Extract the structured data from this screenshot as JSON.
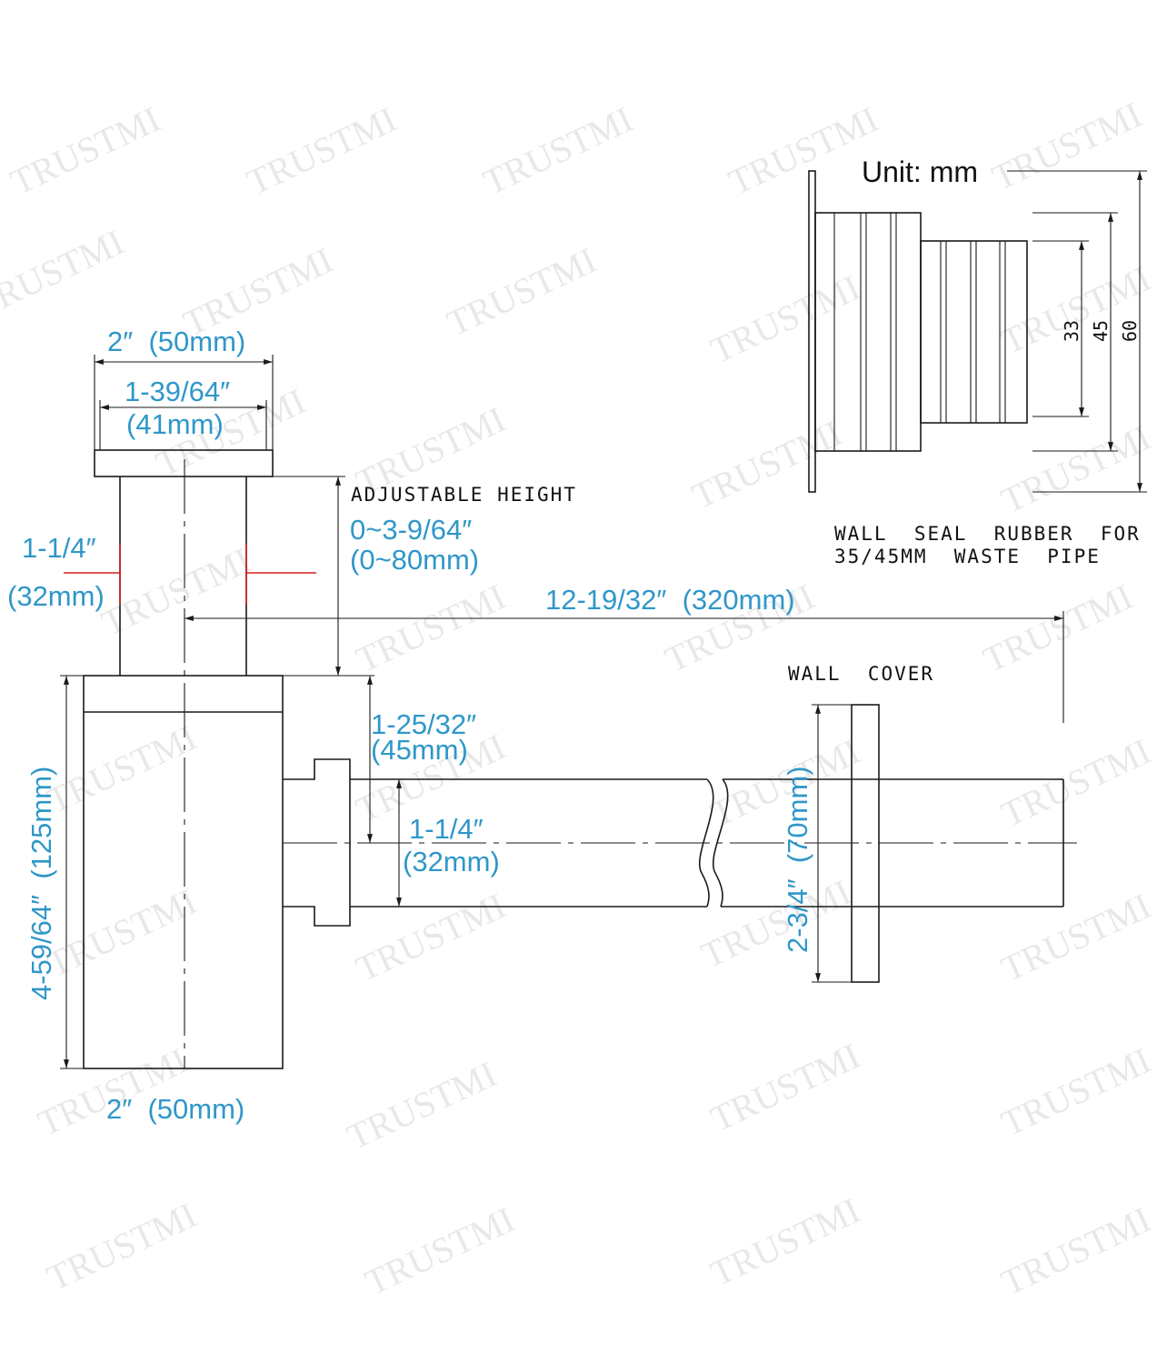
{
  "unit_label": "Unit: mm",
  "watermark": "TRUSTMI",
  "labels": {
    "top_outer_width": "2″  (50mm)",
    "top_inner_width_in": "1-39/64″",
    "top_inner_width_mm": "(41mm)",
    "adjustable_height_title": "ADJUSTABLE HEIGHT",
    "adjustable_height_in": "0~3-9/64″",
    "adjustable_height_mm": "(0~80mm)",
    "inlet_dia_in": "1-1/4″",
    "inlet_dia_mm": "(32mm)",
    "outlet_length": "12-19/32″  (320mm)",
    "wall_cover_title": "WALL  COVER",
    "outlet_height_in": "1-25/32″",
    "outlet_height_mm": "(45mm)",
    "outlet_dia_in": "1-1/4″",
    "outlet_dia_mm": "(32mm)",
    "wall_cover_dia": "2-3/4″  (70mm)",
    "body_height": "4-59/64″  (125mm)",
    "bottom_width": "2″  (50mm)",
    "seal_title_line1": "WALL  SEAL  RUBBER  FOR",
    "seal_title_line2": "35/45MM  WASTE  PIPE",
    "seal_dim_33": "33",
    "seal_dim_45": "45",
    "seal_dim_60": "60"
  },
  "colors": {
    "dimension_text": "#2f97c9",
    "marker": "#d62020",
    "line": "#1a1a1a"
  }
}
